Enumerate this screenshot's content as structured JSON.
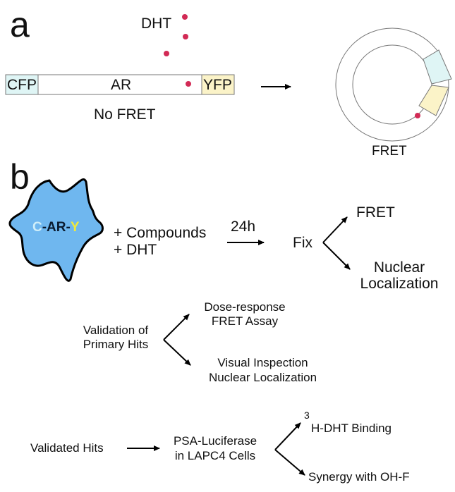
{
  "panel_a": {
    "label": "a",
    "ligand": "DHT",
    "segments": {
      "cfp": "CFP",
      "ar": "AR",
      "yfp": "YFP"
    },
    "no_fret": "No FRET",
    "fret": "FRET"
  },
  "panel_b": {
    "label": "b",
    "cell": {
      "c": "C",
      "ar": "-AR-",
      "y": "Y"
    },
    "treatment_line1": "+ Compounds",
    "treatment_line2": "+ DHT",
    "time": "24h",
    "fix": "Fix",
    "out_fret": "FRET",
    "out_nuclear_line1": "Nuclear",
    "out_nuclear_line2": "Localization"
  },
  "validation": {
    "label_line1": "Validation of",
    "label_line2": "Primary Hits",
    "dose_line1": "Dose-response",
    "dose_line2": "FRET Assay",
    "visual_line1": "Visual Inspection",
    "visual_line2": "Nuclear Localization"
  },
  "validated": {
    "label": "Validated Hits",
    "psa_line1": "PSA-Luciferase",
    "psa_line2": "in LAPC4 Cells",
    "binding_sup": "3",
    "binding": "H-DHT Binding",
    "synergy": "Synergy with OH-F"
  },
  "colors": {
    "cfp": "#dff5f5",
    "yfp": "#fbf3c8",
    "dot": "#d22a55",
    "cell": "#6fb7ef",
    "c_letter": "#cfeef9",
    "y_letter": "#f2ea3a",
    "ar_letter": "#0a1a2e"
  }
}
